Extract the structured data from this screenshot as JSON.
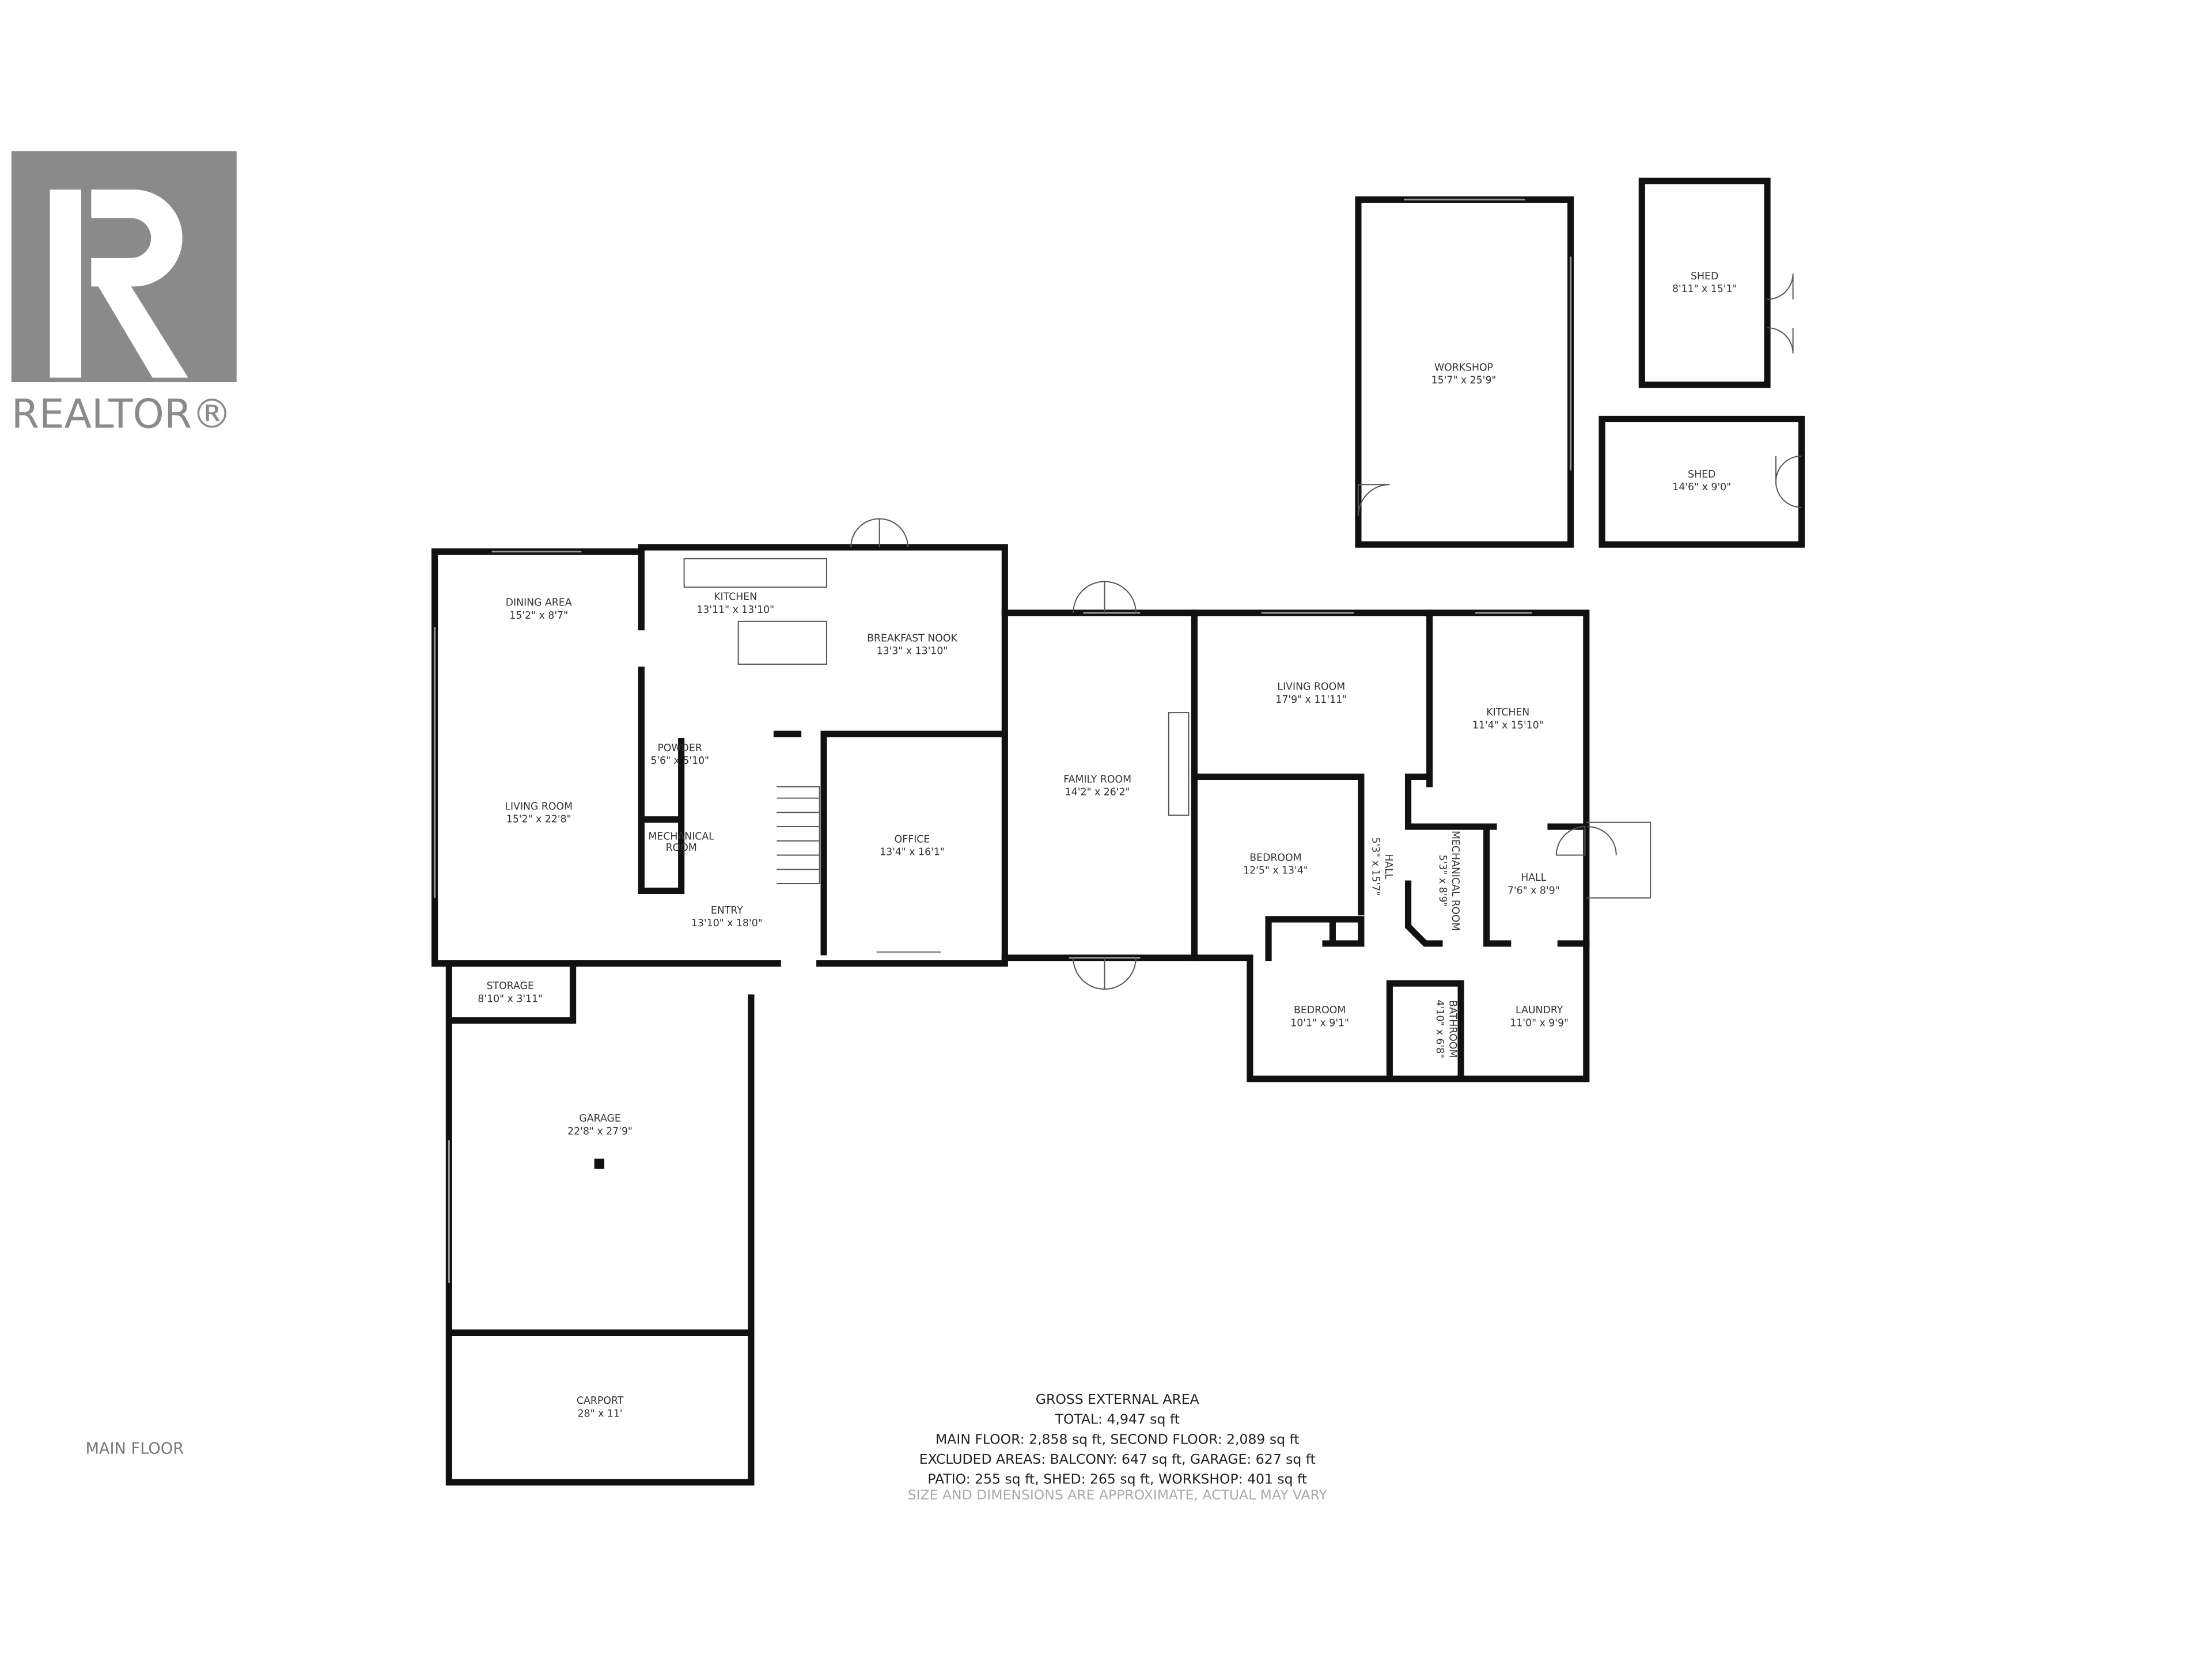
{
  "logo": {
    "text": "REALTOR®",
    "letter": "R",
    "color": "#8a8a8a"
  },
  "floor_label": "MAIN FLOOR",
  "rooms": [
    {
      "name": "DINING AREA",
      "dims": "15'2\" x 8'7\""
    },
    {
      "name": "KITCHEN",
      "dims": "13'11\" x 13'10\""
    },
    {
      "name": "BREAKFAST NOOK",
      "dims": "13'3\" x 13'10\""
    },
    {
      "name": "POWDER",
      "dims": "5'6\" x 5'10\""
    },
    {
      "name": "MECHANICAL",
      "dims": "ROOM"
    },
    {
      "name": "LIVING ROOM",
      "dims": "15'2\" x 22'8\""
    },
    {
      "name": "OFFICE",
      "dims": "13'4\" x 16'1\""
    },
    {
      "name": "ENTRY",
      "dims": "13'10\" x 18'0\""
    },
    {
      "name": "FAMILY ROOM",
      "dims": "14'2\" x 26'2\""
    },
    {
      "name": "LIVING ROOM",
      "dims": "17'9\" x 11'11\""
    },
    {
      "name": "KITCHEN",
      "dims": "11'4\" x 15'10\""
    },
    {
      "name": "BEDROOM",
      "dims": "12'5\" x 13'4\""
    },
    {
      "name": "HALL",
      "dims": "5'3\" x 15'7\""
    },
    {
      "name": "MECHANICAL ROOM",
      "dims": "5'3\" x 8'9\""
    },
    {
      "name": "HALL",
      "dims": "7'6\" x 8'9\""
    },
    {
      "name": "BEDROOM",
      "dims": "10'1\" x 9'1\""
    },
    {
      "name": "BATHROOM",
      "dims": "4'10\" x 6'8\""
    },
    {
      "name": "LAUNDRY",
      "dims": "11'0\" x 9'9\""
    },
    {
      "name": "STORAGE",
      "dims": "8'10\" x 3'11\""
    },
    {
      "name": "GARAGE",
      "dims": "22'8\" x 27'9\""
    },
    {
      "name": "CARPORT",
      "dims": "28\" x 11'"
    },
    {
      "name": "WORKSHOP",
      "dims": "15'7\" x 25'9\""
    },
    {
      "name": "SHED",
      "dims": "8'11\" x 15'1\""
    },
    {
      "name": "SHED",
      "dims": "14'6\" x 9'0\""
    }
  ],
  "summary": {
    "title": "GROSS EXTERNAL AREA",
    "total": "TOTAL: 4,947 sq ft",
    "floors": "MAIN FLOOR: 2,858 sq ft, SECOND FLOOR: 2,089 sq ft",
    "excluded": "EXCLUDED AREAS: BALCONY: 647 sq ft, GARAGE: 627 sq ft",
    "other": "PATIO: 255 sq ft, SHED: 265 sq ft, WORKSHOP: 401 sq ft",
    "disclaimer": "SIZE AND DIMENSIONS ARE APPROXIMATE, ACTUAL MAY VARY"
  }
}
